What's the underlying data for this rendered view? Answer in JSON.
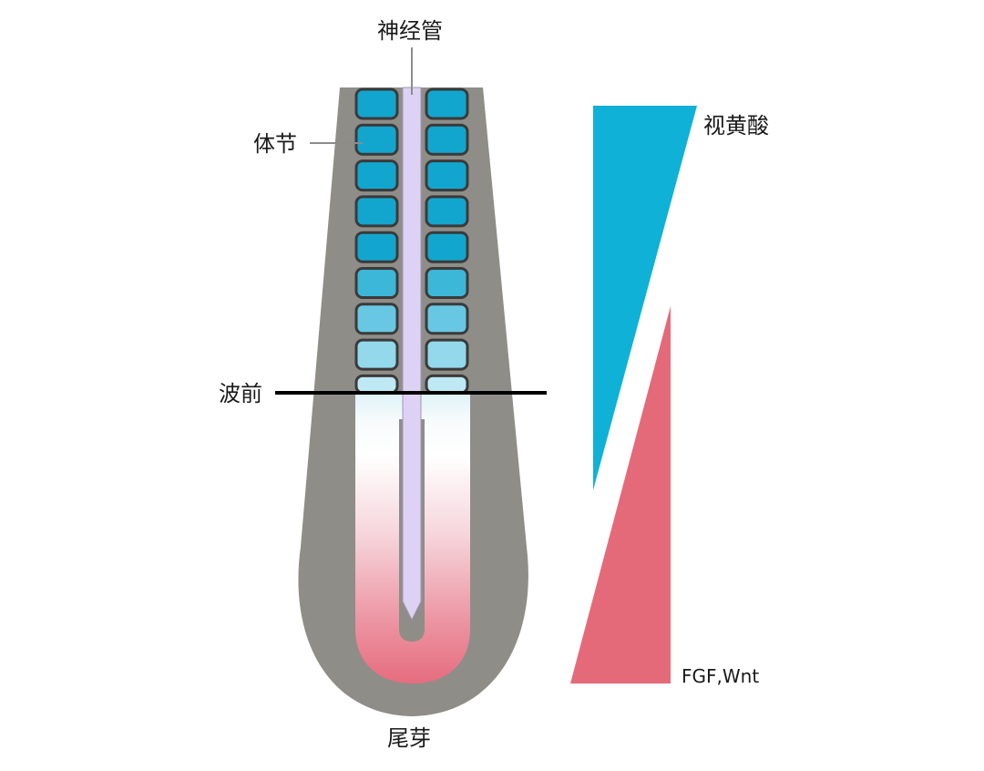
{
  "labels": {
    "neural_tube": "神经管",
    "somite": "体节",
    "wavefront": "波前",
    "tailbud": "尾芽",
    "retinoic_acid": "视黄酸",
    "fgf_wnt": "FGF,Wnt"
  },
  "somites": {
    "count_per_side": 9
  },
  "colors": {
    "tissue_gray": "#8f8d87",
    "somite_blue": "#12a6cf",
    "somite_border": "#3a3a3a",
    "neural_tube_lilac": "#ddd2f3",
    "ra_gradient_blue": "#0fb1d6",
    "fgf_gradient_pink": "#e46a7a",
    "tail_pink": "#e8798a",
    "pointer_line": "#8c8c8c",
    "wavefront_line": "#000000"
  }
}
